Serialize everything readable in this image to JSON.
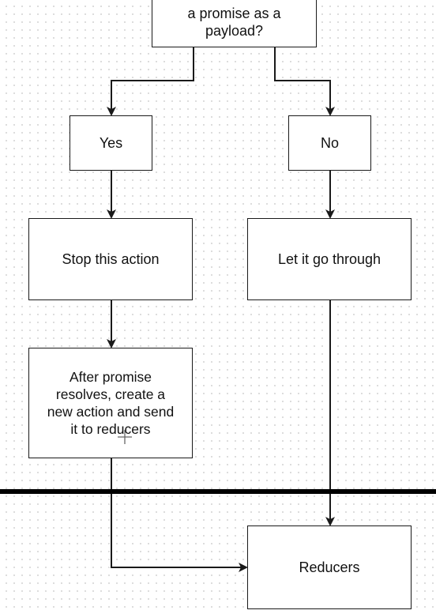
{
  "diagram": {
    "nodes": {
      "question": {
        "label": "a promise as a payload?",
        "lines": [
          "a promise as a",
          "payload?"
        ]
      },
      "yes": {
        "label": "Yes"
      },
      "no": {
        "label": "No"
      },
      "stop": {
        "label": "Stop this action"
      },
      "let_through": {
        "label": "Let it go through"
      },
      "after_promise": {
        "label": "After promise resolves, create a new action and send it to reducers",
        "lines": [
          "After promise",
          "resolves, create a",
          "new action and send",
          "it to reducers"
        ]
      },
      "reducers": {
        "label": "Reducers"
      }
    },
    "edges": [
      {
        "from": "question",
        "to": "yes"
      },
      {
        "from": "question",
        "to": "no"
      },
      {
        "from": "yes",
        "to": "stop"
      },
      {
        "from": "no",
        "to": "let_through"
      },
      {
        "from": "stop",
        "to": "after_promise"
      },
      {
        "from": "let_through",
        "to": "reducers"
      },
      {
        "from": "after_promise",
        "to": "reducers"
      }
    ],
    "colors": {
      "stroke": "#1a1a1a",
      "divider": "#000000",
      "grid_dot": "#d4d4d4",
      "background": "#ffffff"
    }
  }
}
